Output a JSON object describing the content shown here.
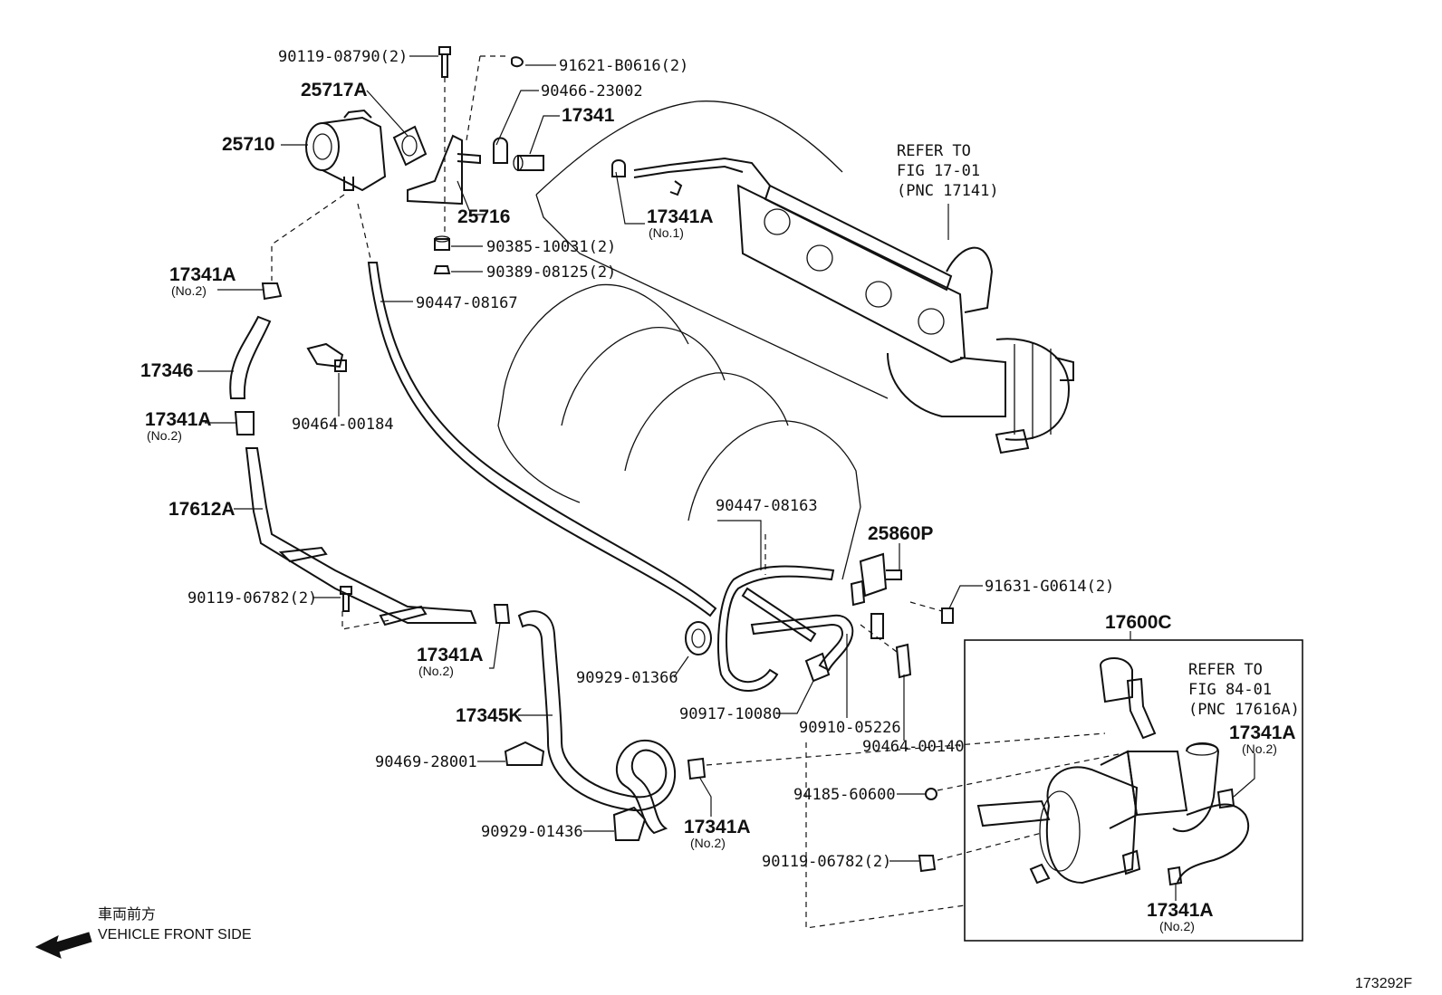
{
  "diagram_id": "173292F",
  "direction": {
    "japanese": "車両前方",
    "english": "VEHICLE FRONT SIDE"
  },
  "references": {
    "ref_17_01": {
      "line1": "REFER TO",
      "line2": "FIG 17-01",
      "line3": "(PNC 17141)"
    },
    "ref_84_01": {
      "line1": "REFER TO",
      "line2": "FIG 84-01",
      "line3": "(PNC 17616A)"
    }
  },
  "parts": {
    "p_90119_08790": "90119-08790(2)",
    "p_25717a": "25717A",
    "p_25710": "25710",
    "p_91621_b0616": "91621-B0616(2)",
    "p_90466_23002": "90466-23002",
    "p_17341": "17341",
    "p_25716": "25716",
    "p_17341a_no1": "17341A",
    "p_90385_10031": "90385-10031(2)",
    "p_90389_08125": "90389-08125(2)",
    "p_17341a_no2_a": "17341A",
    "p_90447_08167": "90447-08167",
    "p_17346": "17346",
    "p_90464_00184": "90464-00184",
    "p_17341a_no2_b": "17341A",
    "p_17612a": "17612A",
    "p_90447_08163": "90447-08163",
    "p_25860p": "25860P",
    "p_91631_g0614": "91631-G0614(2)",
    "p_90119_06782_a": "90119-06782(2)",
    "p_17341a_no2_c": "17341A",
    "p_17600c": "17600C",
    "p_90929_01366": "90929-01366",
    "p_17345k": "17345K",
    "p_90917_10080": "90917-10080",
    "p_90910_05226": "90910-05226",
    "p_90464_00140": "90464-00140",
    "p_17341a_no2_d": "17341A",
    "p_90469_28001": "90469-28001",
    "p_94185_60600": "94185-60600",
    "p_90929_01436": "90929-01436",
    "p_17341a_no2_e": "17341A",
    "p_90119_06782_b": "90119-06782(2)",
    "p_17341a_no2_f": "17341A"
  },
  "qualifiers": {
    "no1": "(No.1)",
    "no2": "(No.2)"
  }
}
